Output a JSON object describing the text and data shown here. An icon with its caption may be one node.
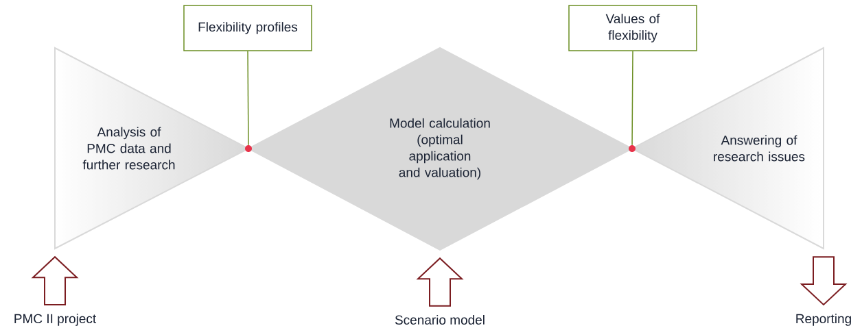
{
  "diagram": {
    "nodes": [
      {
        "text": [
          "Flexibility profiles"
        ]
      },
      {
        "text": [
          "Values of flexibility"
        ]
      },
      {
        "text": [
          "Analysis of PMC data and further research"
        ]
      },
      {
        "text": [
          "Model calculation (optimal application and valuation)"
        ]
      },
      {
        "text": [
          "Answering of research issues"
        ]
      },
      {
        "text": [],
        "shape": "circle"
      },
      {
        "text": [],
        "shape": "circle"
      },
      {
        "text": [
          "PMC II project"
        ]
      },
      {
        "text": [
          "Scenario model"
        ]
      },
      {
        "text": [
          "Reporting"
        ]
      }
    ],
    "edges": [
      {
        "from": 0,
        "to": 5,
        "arrow": "none",
        "color": "#6b8e23"
      },
      {
        "from": 1,
        "to": 6,
        "arrow": "none",
        "color": "#6b8e23"
      },
      {
        "from": 7,
        "to": 2,
        "arrow": "to",
        "style": "thick",
        "color": "#7b1c20"
      },
      {
        "from": 8,
        "to": 3,
        "arrow": "to",
        "style": "thick",
        "color": "#7b1c20"
      },
      {
        "from": 4,
        "to": 9,
        "arrow": "to",
        "style": "thick",
        "color": "#7b1c20"
      }
    ]
  }
}
